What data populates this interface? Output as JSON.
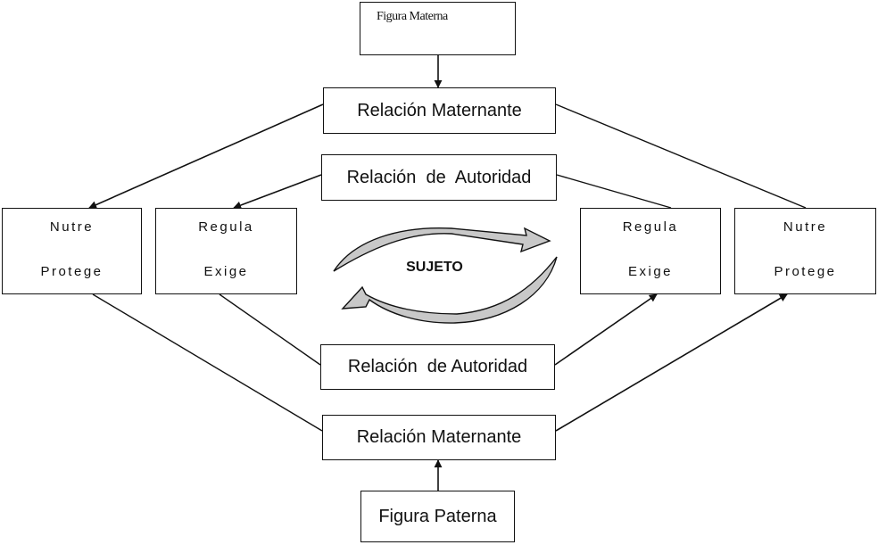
{
  "nodes": {
    "mother_figure": "Figura Materna",
    "maternal_relation_top": "Relación Maternante",
    "authority_relation_top": "Relación  de  Autoridad",
    "nutre_protege_left": {
      "line1": "Nutre",
      "line2": "Protege"
    },
    "regula_exige_left": {
      "line1": "Regula",
      "line2": "Exige"
    },
    "subject": "SUJETO",
    "regula_exige_right": {
      "line1": "Regula",
      "line2": "Exige"
    },
    "nutre_protege_right": {
      "line1": "Nutre",
      "line2": "Protege"
    },
    "authority_relation_bottom": "Relación  de Autoridad",
    "maternal_relation_bottom": "Relación Maternante",
    "father_figure": "Figura Paterna"
  },
  "colors": {
    "line": "#111111",
    "cycle_arrow_fill": "#c8c8c8"
  }
}
